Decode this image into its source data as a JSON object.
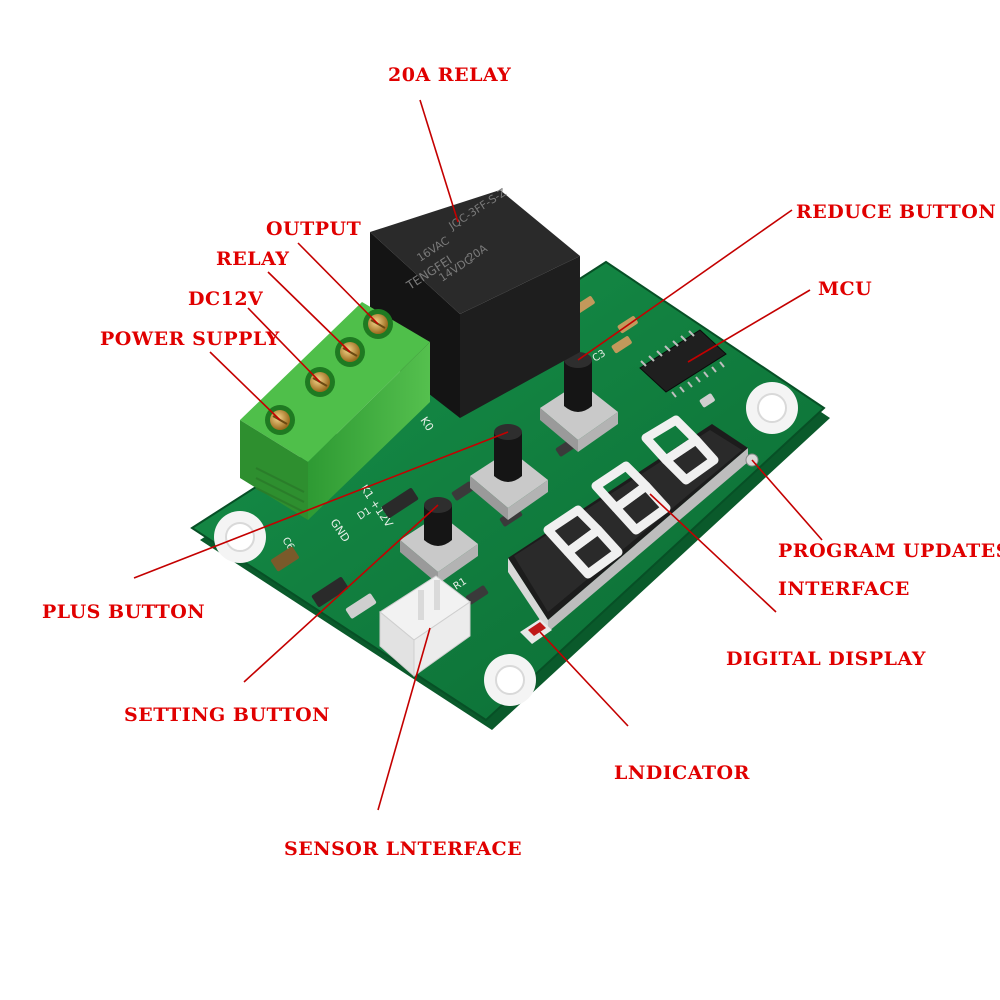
{
  "labels": {
    "relay_20a": "20A RELAY",
    "output": "OUTPUT",
    "relay": "RELAY",
    "dc12v": "DC12V",
    "power_supply": "POWER SUPPLY",
    "reduce_button": "REDUCE BUTTON",
    "mcu": "MCU",
    "program_updates_line1": "PROGRAM UPDATES",
    "program_updates_line2": "INTERFACE",
    "digital_display": "DIGITAL DISPLAY",
    "plus_button": "PLUS BUTTON",
    "setting_button": "SETTING BUTTON",
    "indicator": "LNDICATOR",
    "sensor_interface": "SENSOR LNTERFACE"
  },
  "board": {
    "silkscreen": {
      "gnd": "GND",
      "k1_12v": "K1 +12V",
      "k0": "K0",
      "c6": "C6",
      "c3": "C3",
      "d1": "D1",
      "r1": "R1"
    },
    "relay_print": [
      "JQC-3FF-S-Z",
      "20A",
      "16VAC",
      "14VDC",
      "TENGFEI"
    ],
    "display_digits": "888"
  },
  "colors": {
    "label": "#e00000",
    "leader": "#c40000",
    "pcb": "#0f7a3c",
    "terminal": "#3fae3f",
    "relay": "#1b1b1b",
    "display": "#262626"
  }
}
